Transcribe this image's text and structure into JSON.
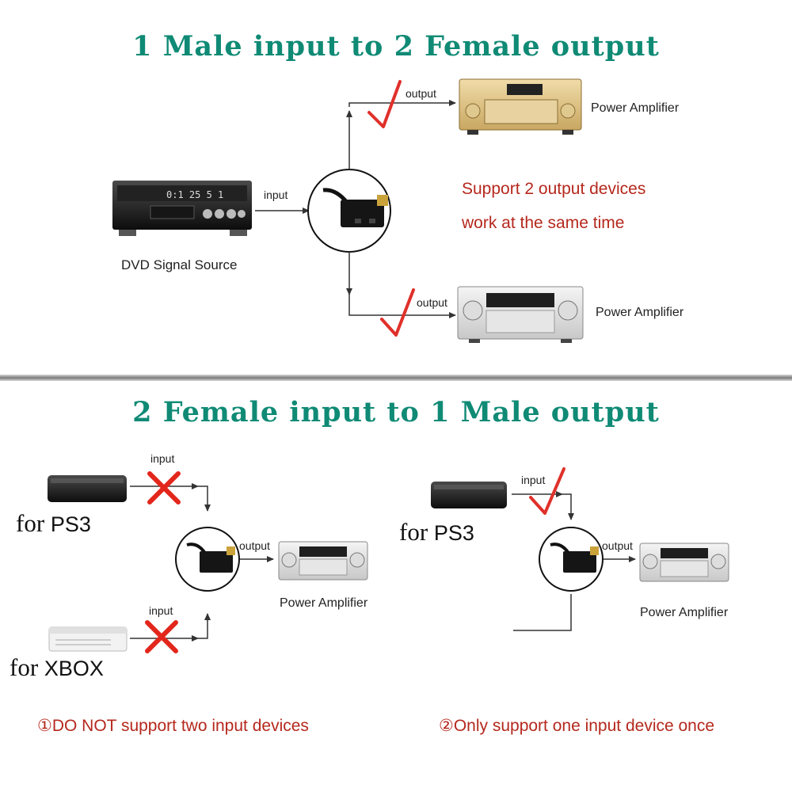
{
  "section1": {
    "title": "1 Male input to 2 Female output",
    "input_label": "input",
    "output_label_top": "output",
    "output_label_bottom": "output",
    "source_label": "DVD Signal Source",
    "amp_label_top": "Power Amplifier",
    "amp_label_bottom": "Power Amplifier",
    "note_line1": "Support 2 output devices",
    "note_line2": "work at the same time",
    "dvd_display": "0:1 25 5 1"
  },
  "section2": {
    "title": "2 Female input to 1 Male output",
    "left": {
      "input_top": "input",
      "input_bottom": "input",
      "output_label": "output",
      "ps3_label_prefix": "for",
      "ps3_label": "PS3",
      "xbox_label_prefix": "for",
      "xbox_label": "XBOX",
      "amp_label": "Power Amplifier",
      "caption": "①DO NOT support two input devices"
    },
    "right": {
      "input_label": "input",
      "output_label": "output",
      "ps3_label_prefix": "for",
      "ps3_label": "PS3",
      "amp_label": "Power Amplifier",
      "caption": "②Only support one input device once"
    }
  },
  "colors": {
    "title": "#0f8a75",
    "note_red": "#b5281d",
    "check_red": "#e0302a",
    "cross_red": "#e3261c"
  }
}
